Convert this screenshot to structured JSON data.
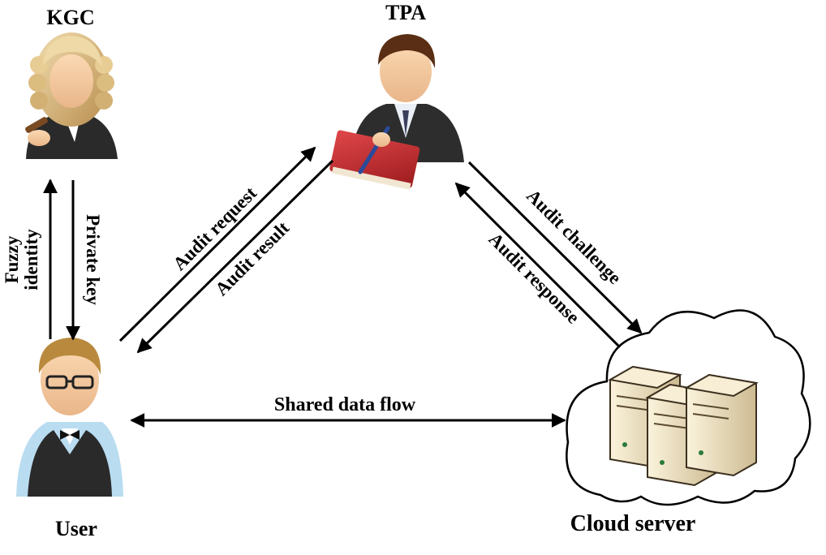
{
  "entities": {
    "kgc": "KGC",
    "tpa": "TPA",
    "user": "User",
    "cloud_server": "Cloud server"
  },
  "flows": {
    "audit_request": "Audit request",
    "audit_result": "Audit result",
    "audit_challenge": "Audit challenge",
    "audit_response": "Audit response",
    "shared_data_flow": "Shared data flow",
    "fuzzy_identity_line1": "Fuzzy",
    "fuzzy_identity_line2": "identity",
    "private_key": "Private key"
  },
  "icons": {
    "kgc": "judge-avatar-icon",
    "tpa": "auditor-with-book-icon",
    "user": "user-with-glasses-icon",
    "cloud": "cloud-servers-icon"
  },
  "colors": {
    "arrow": "#000000",
    "book": "#c0282a",
    "server": "#efe3c4"
  }
}
